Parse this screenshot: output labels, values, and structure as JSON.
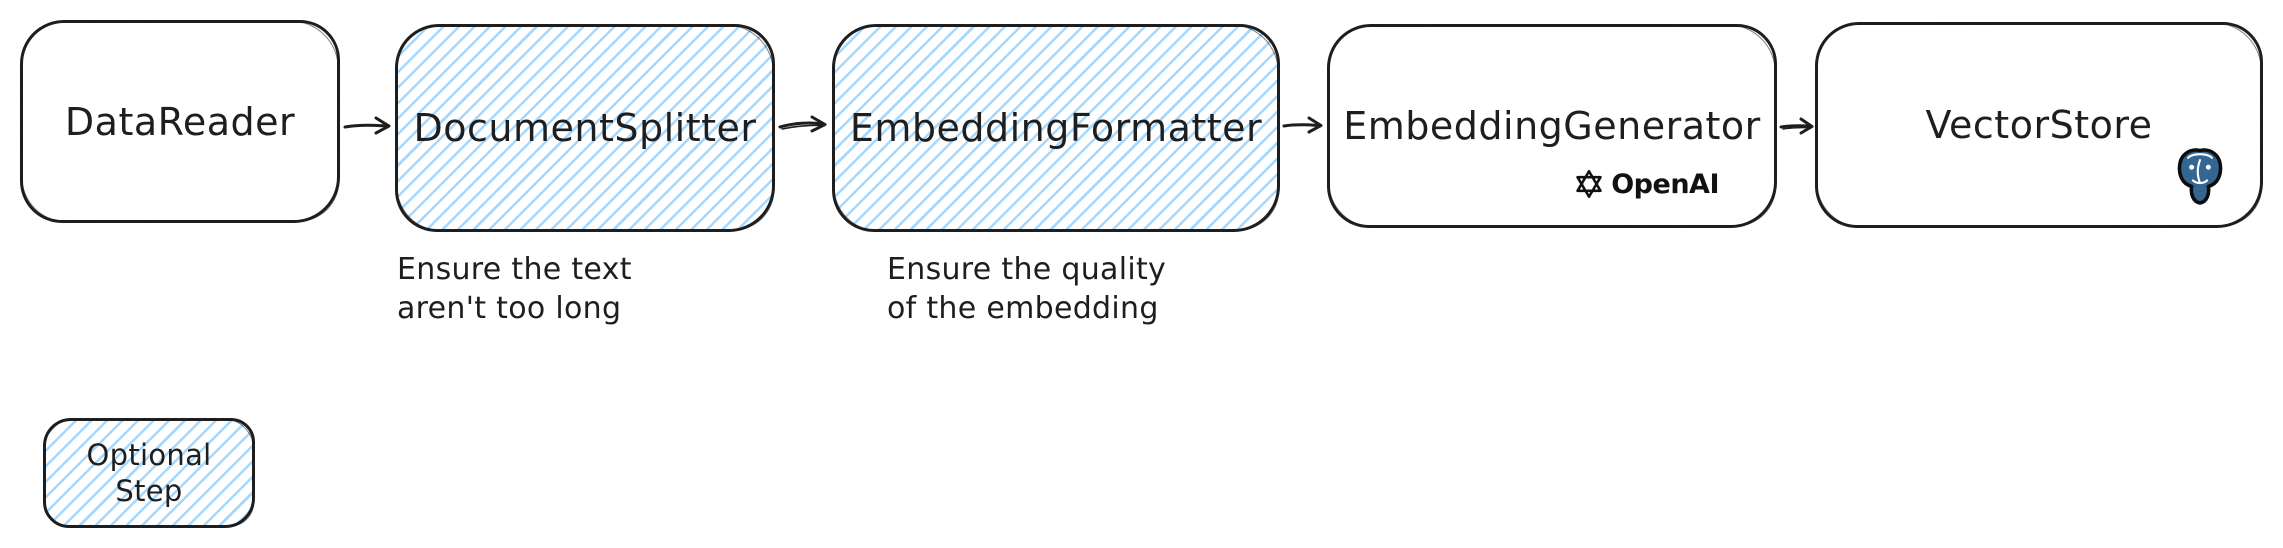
{
  "colors": {
    "stroke": "#1e1e1e",
    "hatch_blue": "#a5d8ff",
    "postgres_blue": "#336791",
    "background": "#ffffff"
  },
  "pipeline": {
    "nodes": [
      {
        "label": "DataReader"
      },
      {
        "label": "DocumentSplitter",
        "optional": true
      },
      {
        "label": "EmbeddingFormatter",
        "optional": true
      },
      {
        "label": "EmbeddingGenerator",
        "vendor": "OpenAI"
      },
      {
        "label": "VectorStore",
        "vendor_icon": "postgresql-elephant"
      }
    ],
    "notes": [
      {
        "line1": "Ensure the text",
        "line2": "aren't too long"
      },
      {
        "line1": "Ensure the quality",
        "line2": "of the embedding"
      }
    ],
    "legend": {
      "line1": "Optional",
      "line2": "Step"
    }
  }
}
